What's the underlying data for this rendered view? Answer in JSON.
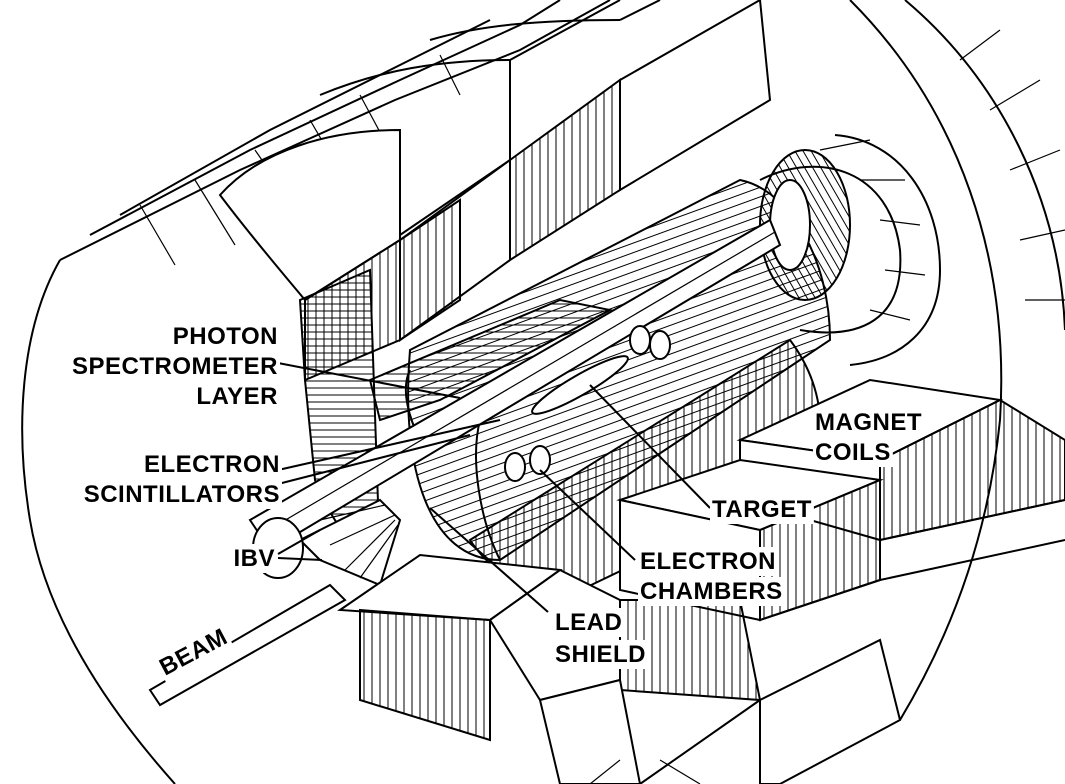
{
  "labels": {
    "photon_1": "PHOTON",
    "photon_2": "SPECTROMETER",
    "photon_3": "LAYER",
    "electron_sc_1": "ELECTRON",
    "electron_sc_2": "SCINTILLATORS",
    "ibv": "IBV",
    "beam": "BEAM",
    "lead_1": "LEAD",
    "lead_2": "SHIELD",
    "target": "TARGET",
    "electron_ch_1": "ELECTRON",
    "electron_ch_2": "CHAMBERS",
    "magnet_1": "MAGNET",
    "magnet_2": "COILS"
  }
}
